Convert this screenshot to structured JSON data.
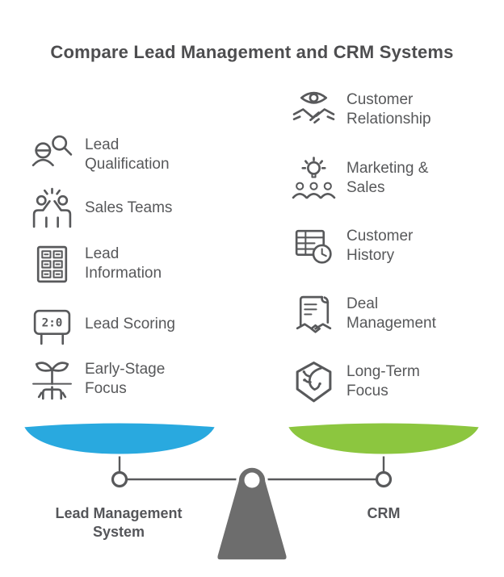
{
  "title": "Compare Lead Management and CRM Systems",
  "left_column": {
    "scale_label": "Lead Management System",
    "pan_color": "#29A9DF",
    "items": [
      {
        "label": "Lead Qualification",
        "icon": "lead-qualification-icon"
      },
      {
        "label": "Sales Teams",
        "icon": "sales-teams-icon"
      },
      {
        "label": "Lead Information",
        "icon": "lead-information-icon"
      },
      {
        "label": "Lead Scoring",
        "icon": "lead-scoring-icon"
      },
      {
        "label": "Early-Stage Focus",
        "icon": "early-stage-focus-icon"
      }
    ]
  },
  "right_column": {
    "scale_label": "CRM",
    "pan_color": "#8CC63F",
    "items": [
      {
        "label": "Customer Relationship",
        "icon": "customer-relationship-icon"
      },
      {
        "label": "Marketing & Sales",
        "icon": "marketing-sales-icon"
      },
      {
        "label": "Customer History",
        "icon": "customer-history-icon"
      },
      {
        "label": "Deal Management",
        "icon": "deal-management-icon"
      },
      {
        "label": "Long-Term Focus",
        "icon": "long-term-focus-icon"
      }
    ]
  },
  "icons": {
    "scoreboard_text": "2:0"
  },
  "colors": {
    "text_gray": "#57585A",
    "line_gray": "#58595B",
    "fulcrum_gray": "#6D6D6D",
    "pan_blue": "#29A9DF",
    "pan_green": "#8CC63F"
  }
}
